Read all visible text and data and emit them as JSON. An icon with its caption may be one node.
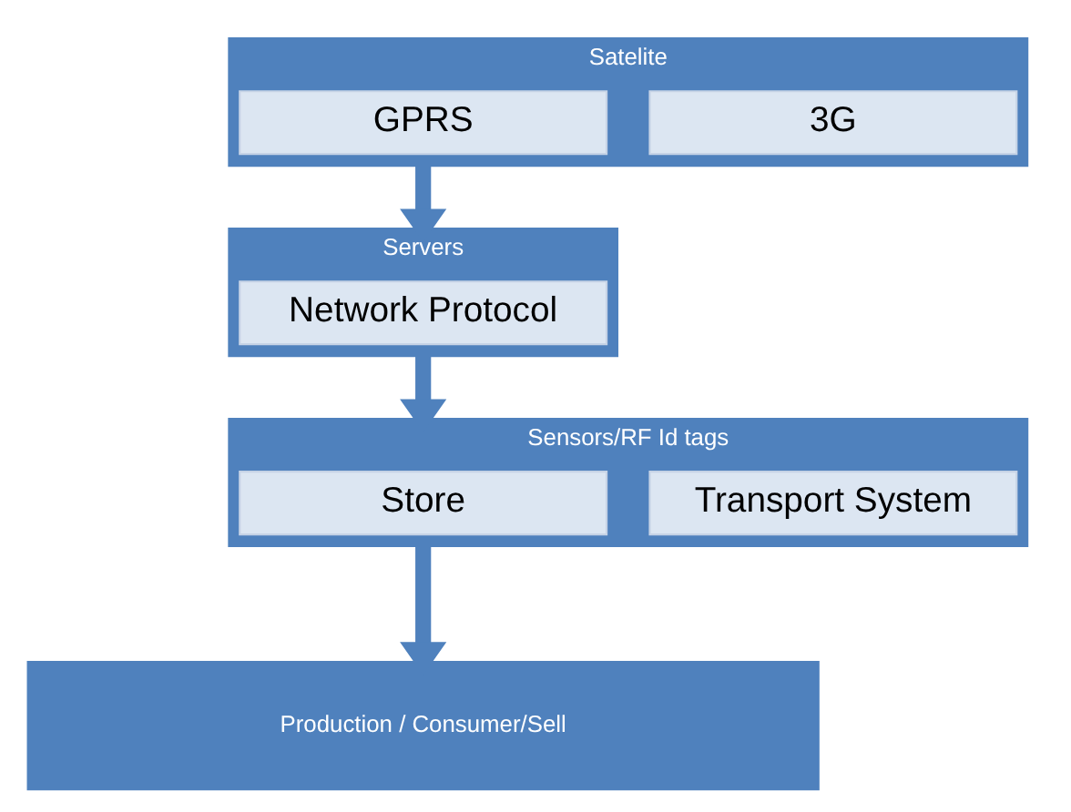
{
  "diagram": {
    "nodes": [
      {
        "text": [
          "Satelite"
        ]
      },
      {
        "text": [
          "GPRS"
        ],
        "in": 0
      },
      {
        "text": [
          "3G"
        ],
        "in": 0
      },
      {
        "text": [
          "Servers"
        ]
      },
      {
        "text": [
          "Network Protocol"
        ],
        "in": 3
      },
      {
        "text": [
          "Sensors/RF Id tags"
        ]
      },
      {
        "text": [
          "Store"
        ],
        "in": 5
      },
      {
        "text": [
          "Transport System"
        ],
        "in": 5
      },
      {
        "text": [
          "Production / Consumer/Sell"
        ]
      }
    ],
    "edges": [
      {
        "from": 0,
        "to": 3,
        "arrow": "to"
      },
      {
        "from": 3,
        "to": 5,
        "arrow": "to"
      },
      {
        "from": 5,
        "to": 8,
        "arrow": "to"
      }
    ]
  }
}
